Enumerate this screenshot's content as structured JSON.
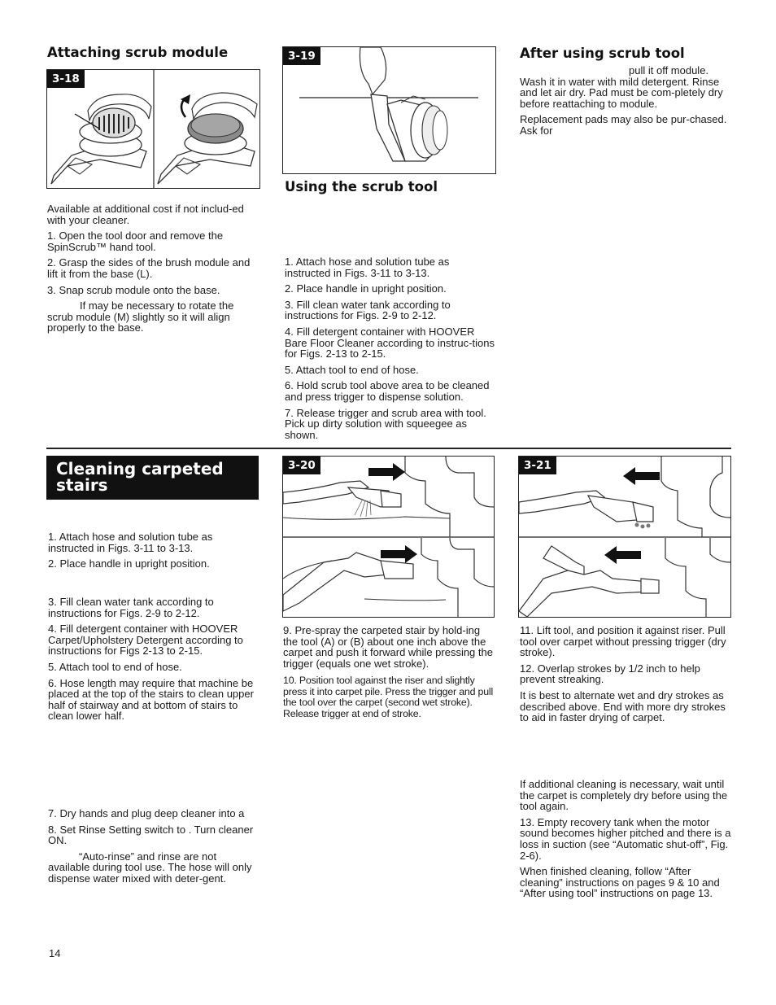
{
  "col1": {
    "heading": "Attaching scrub module",
    "figure_tag": "3-18",
    "paragraphs": [
      "Available at additional cost if not includ-ed with your cleaner.",
      "1. Open the tool door and remove the SpinScrub™ hand tool.",
      "2. Grasp the sides of the brush module and lift it from the base (L).",
      "3. Snap scrub module onto the base.",
      "If may be necessary to rotate the scrub module (M) slightly so it will align properly to the base."
    ]
  },
  "col2": {
    "figure_tag": "3-19",
    "heading": "Using the scrub tool",
    "paragraphs": [
      "1. Attach hose and solution tube as instructed in Figs. 3-11 to 3-13.",
      "2. Place handle in upright position.",
      "3. Fill clean water tank according to instructions for Figs. 2-9 to 2-12.",
      "4. Fill detergent container with HOOVER Bare Floor Cleaner according to instruc-tions for Figs. 2-13 to 2-15.",
      "5. Attach tool to end of hose.",
      "6. Hold scrub tool above area to be cleaned and press trigger to dispense solution.",
      "7. Release trigger and scrub area with tool. Pick up dirty solution with squeegee as shown."
    ]
  },
  "col3": {
    "heading": "After using scrub tool",
    "paragraphs": [
      "pull it off module. Wash it in water with mild detergent. Rinse and let air dry. Pad must be com-pletely dry before reattaching to module.",
      "Replacement pads may also be pur-chased. Ask for"
    ]
  },
  "stairs": {
    "banner_line1": "Cleaning carpeted",
    "banner_line2": "stairs",
    "left_paragraphs_a": [
      "1. Attach hose and solution tube as instructed in Figs. 3-11 to 3-13.",
      "2. Place handle in upright position."
    ],
    "left_paragraphs_b": [
      "3. Fill clean water tank according to instructions for Figs. 2-9 to 2-12.",
      "4. Fill detergent container with HOOVER Carpet/Upholstery Detergent according to instructions for Figs 2-13 to 2-15.",
      "5. Attach tool to end of hose.",
      "6. Hose length may require that machine be placed at the top of the stairs to clean upper half of stairway and at bottom of stairs to clean lower half."
    ],
    "left_paragraphs_c": [
      "7. Dry hands and plug deep cleaner into a",
      "8. Set Rinse Setting switch to . Turn cleaner ON.",
      "“Auto-rinse” and rinse are not available during tool use. The hose will only dispense water mixed with deter-gent."
    ],
    "figure_tag_mid": "3-20",
    "mid_paragraph_9": "9. Pre-spray the carpeted stair by hold-ing the tool (A) or (B) about one inch above the carpet and push it forward while pressing the trigger (equals one wet stroke).",
    "mid_paragraph_10": "10. Position tool against the riser and slightly press it into carpet pile. Press the trigger and pull the tool over the carpet (second wet stroke). Release trigger at end of stroke.",
    "figure_tag_right": "3-21",
    "right_paragraphs_a": [
      "11. Lift tool, and position it against riser. Pull tool over carpet without pressing trigger (dry stroke).",
      "12. Overlap strokes by 1/2 inch to help prevent streaking.",
      "It is best to alternate wet and dry strokes as described above. End with more dry strokes to aid in faster drying of carpet."
    ],
    "right_paragraphs_b": [
      "If additional cleaning is necessary, wait until the carpet is completely dry before using the tool again.",
      "13. Empty recovery tank when the motor sound becomes higher pitched and there is a loss in suction (see “Automatic shut-off”, Fig. 2-6).",
      "When finished cleaning, follow “After cleaning” instructions on pages 9 & 10 and “After using tool” instructions on page 13."
    ]
  },
  "page_number": "14"
}
